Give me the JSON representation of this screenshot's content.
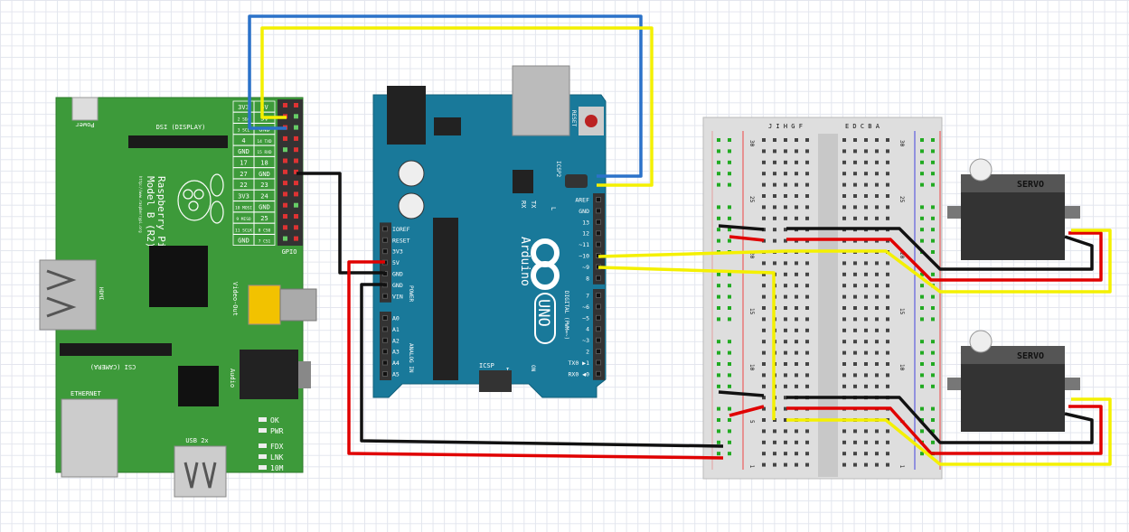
{
  "colors": {
    "rpi_board": "#3d9a3a",
    "arduino_board": "#19799a",
    "breadboard": "#dedede",
    "servo": "#333333",
    "servo_label": "#f5a623",
    "wire_blue": "#2b72c9",
    "wire_yellow": "#f4f000",
    "wire_red": "#e00000",
    "wire_black": "#111111"
  },
  "rpi": {
    "power": "Power",
    "dsi": "DSI (DISPLAY)",
    "name": "Raspberry Pi",
    "model": "Model B (R2)",
    "url": "http://www.raspberrypi.org",
    "gpio": "GPIO",
    "hdmi": "HDMI",
    "video": "Video-Out",
    "audio": "Audio",
    "csi": "CSI (CAMERA)",
    "ethernet": "ETHERNET",
    "usb": "USB 2x",
    "leds": [
      "OK",
      "PWR",
      "FDX",
      "LNK",
      "10M"
    ],
    "gpio_left": [
      "3V3",
      "2 SDA",
      "3 SCL",
      "4",
      "GND",
      "17",
      "27",
      "22",
      "3V3",
      "10 MOSI",
      "9 MISO",
      "11 SCLK",
      "GND"
    ],
    "gpio_right": [
      "5V",
      "5V",
      "GND",
      "14 TXD",
      "15 RXD",
      "18",
      "GND",
      "23",
      "24",
      "GND",
      "25",
      "8 CS0",
      "7 CS1"
    ]
  },
  "arduino": {
    "reset": "RESET",
    "icsp2": "ICSP2",
    "brand": "Arduino",
    "model": "UNO",
    "icsp": "ICSP",
    "icsp_pin1": "1",
    "on": "ON",
    "rx": "RX",
    "tx": "TX",
    "l": "L",
    "digital": "DIGITAL (PWM=~)",
    "power": "POWER",
    "analog": "ANALOG IN",
    "digital_top": [
      "AREF",
      "GND",
      "13",
      "12",
      "~11",
      "~10",
      "~9",
      "8"
    ],
    "digital_bottom": [
      "7",
      "~6",
      "~5",
      "4",
      "~3",
      "2",
      "TX0 ▶1",
      "RX0 ◀0"
    ],
    "power_pins": [
      "IOREF",
      "RESET",
      "3V3",
      "5V",
      "GND",
      "GND",
      "VIN"
    ],
    "analog_pins": [
      "A0",
      "A1",
      "A2",
      "A3",
      "A4",
      "A5"
    ]
  },
  "breadboard": {
    "row_numbers": [
      "30",
      "25",
      "20",
      "15",
      "10",
      "5",
      "1"
    ],
    "letters_left": "J I H G F",
    "letters_right": "E D C B A"
  },
  "servos": [
    {
      "label": "SERVO"
    },
    {
      "label": "SERVO"
    }
  ]
}
